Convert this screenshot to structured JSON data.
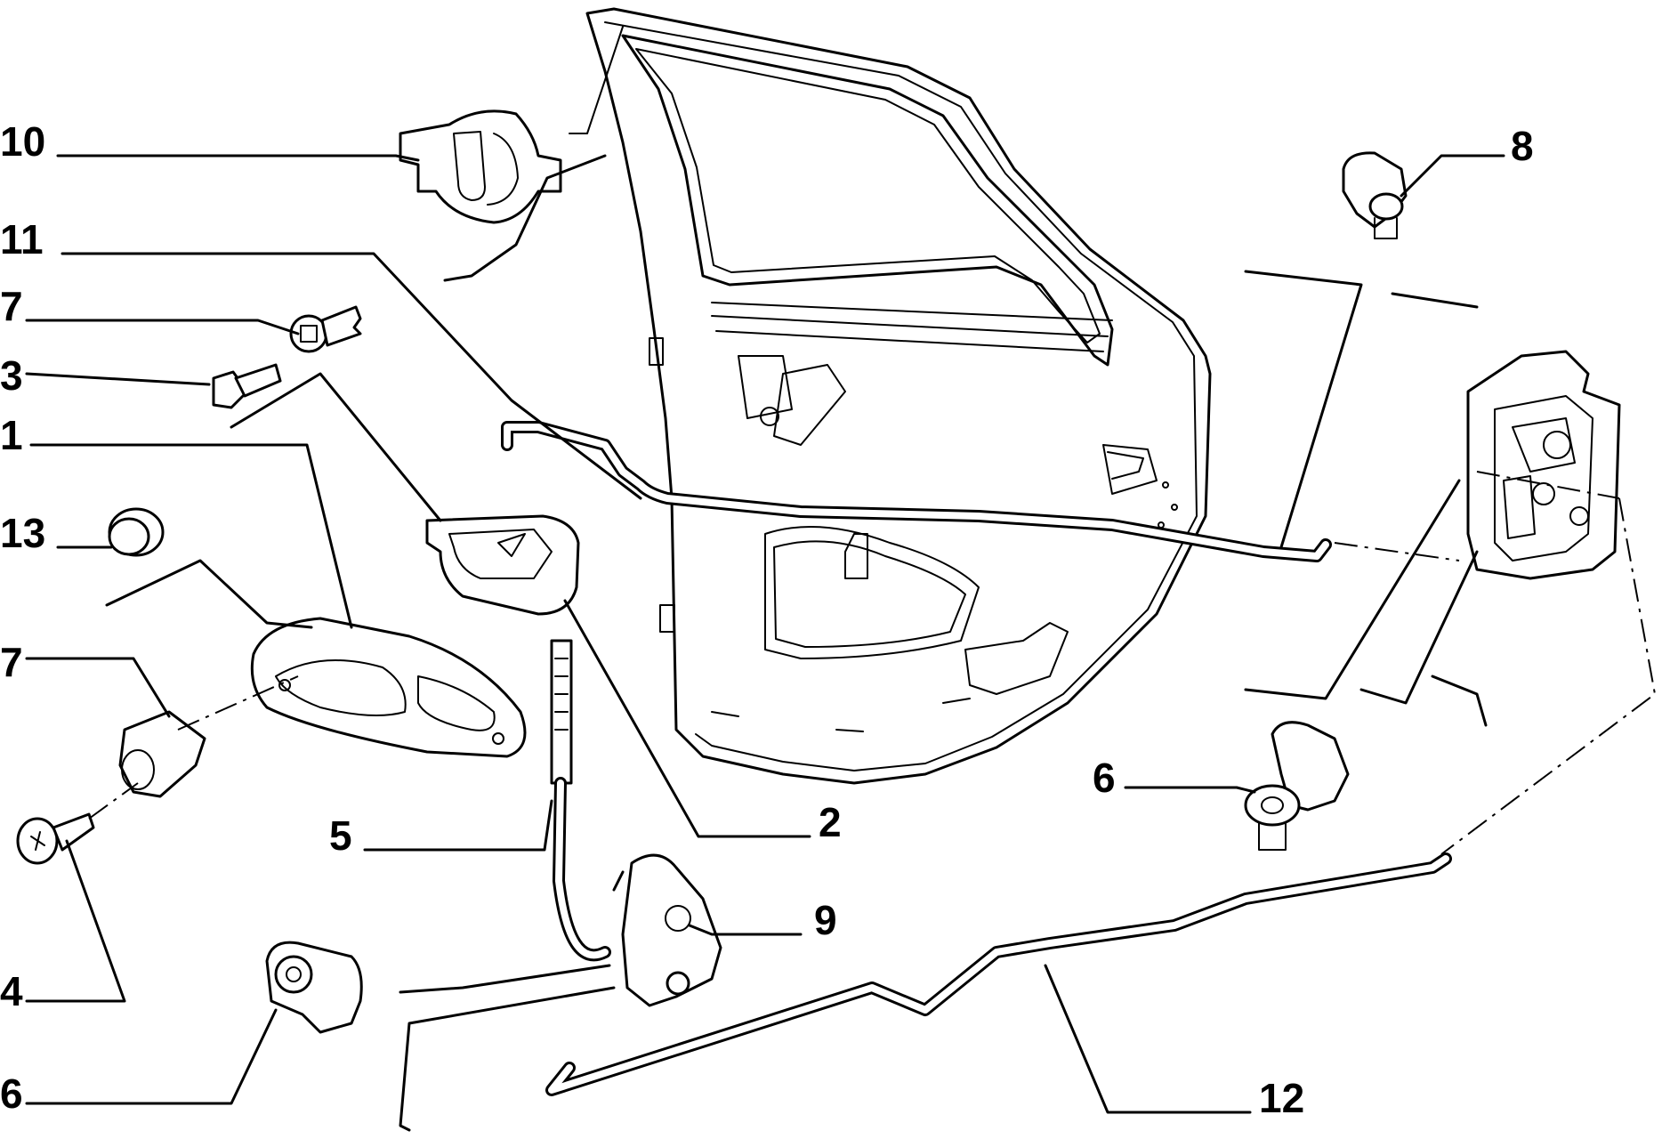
{
  "diagram": {
    "callouts": [
      {
        "id": "p10",
        "label": "10"
      },
      {
        "id": "p11",
        "label": "11"
      },
      {
        "id": "p7a",
        "label": "7"
      },
      {
        "id": "p3",
        "label": "3"
      },
      {
        "id": "p1",
        "label": "1"
      },
      {
        "id": "p13",
        "label": "13"
      },
      {
        "id": "p7b",
        "label": "7"
      },
      {
        "id": "p4",
        "label": "4"
      },
      {
        "id": "p6a",
        "label": "6"
      },
      {
        "id": "p5",
        "label": "5"
      },
      {
        "id": "p2",
        "label": "2"
      },
      {
        "id": "p9",
        "label": "9"
      },
      {
        "id": "p12",
        "label": "12"
      },
      {
        "id": "p8",
        "label": "8"
      },
      {
        "id": "p6b",
        "label": "6"
      }
    ]
  }
}
